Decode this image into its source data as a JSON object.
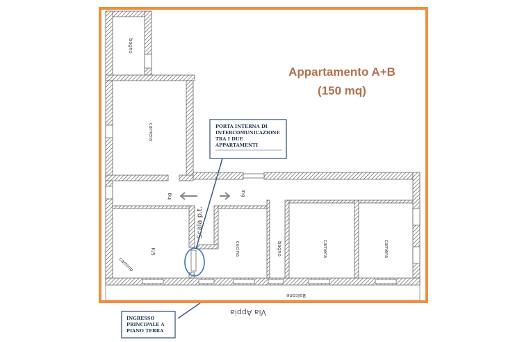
{
  "title": {
    "line1": "Appartamento A+B",
    "line2": "(150 mq)",
    "color": "#B0714E"
  },
  "frame_color": "#EE8F3E",
  "callout_color": "#3a5a80",
  "highlight_color": "#4a7fc4",
  "callouts": [
    {
      "lines": [
        "PORTA INTERNA DI",
        "INTERCOMUNICAZIONE",
        "TRA I DUE",
        "APPARTAMENTI"
      ]
    },
    {
      "lines": [
        "INGRESSO",
        "PRINCIPALE A",
        "PIANO TERRA"
      ]
    }
  ],
  "rooms": [
    {
      "label": "bagno"
    },
    {
      "label": "camera"
    },
    {
      "label": "K/S"
    },
    {
      "label": "camino"
    },
    {
      "label": "ing"
    },
    {
      "label": "Scala p.t."
    },
    {
      "label": "ing"
    },
    {
      "label": "cucina"
    },
    {
      "label": "bagno"
    },
    {
      "label": "camera"
    },
    {
      "label": "camera"
    }
  ],
  "balcony": "Balcone",
  "street": "Via Appia"
}
